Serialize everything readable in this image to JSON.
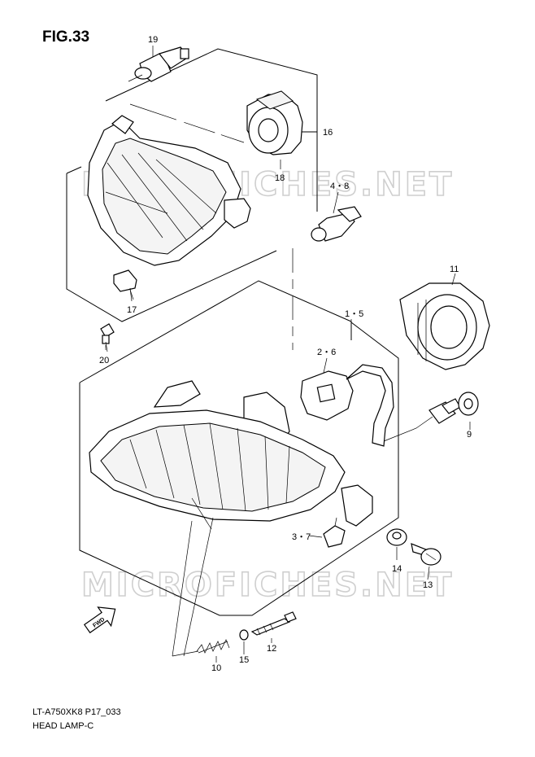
{
  "figure": {
    "title": "FIG.33"
  },
  "watermark": "MICROFICHES.NET",
  "footer": {
    "code": "LT-A750XK8 P17_033",
    "name": "HEAD LAMP-C"
  },
  "fwd_marker": "FWD",
  "callouts": [
    {
      "id": "19",
      "text": "19"
    },
    {
      "id": "16",
      "text": "16"
    },
    {
      "id": "18",
      "text": "18"
    },
    {
      "id": "4-8",
      "text": "4・8"
    },
    {
      "id": "17",
      "text": "17"
    },
    {
      "id": "20",
      "text": "20"
    },
    {
      "id": "11",
      "text": "11"
    },
    {
      "id": "1-5",
      "text": "1・5"
    },
    {
      "id": "2-6",
      "text": "2・6"
    },
    {
      "id": "9",
      "text": "9"
    },
    {
      "id": "3-7",
      "text": "3・7"
    },
    {
      "id": "14",
      "text": "14"
    },
    {
      "id": "13",
      "text": "13"
    },
    {
      "id": "12",
      "text": "12"
    },
    {
      "id": "10",
      "text": "10"
    },
    {
      "id": "15",
      "text": "15"
    }
  ]
}
